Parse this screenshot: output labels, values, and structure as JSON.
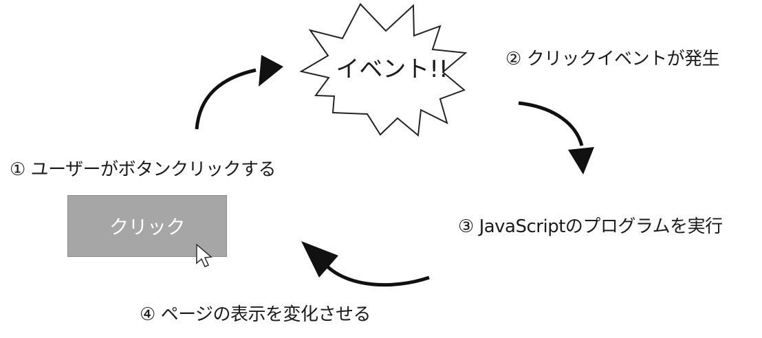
{
  "steps": {
    "step1": "① ユーザーがボタンクリックする",
    "step2": "② クリックイベントが発生",
    "step3": "③ JavaScriptのプログラムを実行",
    "step4": "④ ページの表示を変化させる"
  },
  "button": {
    "label": "クリック"
  },
  "event_burst": {
    "label": "イベント!!"
  },
  "icons": {
    "cursor": "mouse-pointer-icon"
  }
}
